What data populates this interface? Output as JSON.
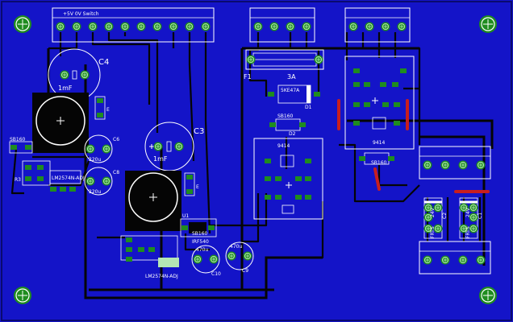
{
  "colors": {
    "board": "#1414c8",
    "trace": "#050505",
    "pad": "#1f8c1f",
    "pad_light": "#b4e6b4",
    "silk": "#ffffff",
    "wire_red": "#c81e1e",
    "void": "#000000"
  },
  "labels": {
    "header_top": "+5V  0V  Switch",
    "c4": "C4",
    "c4_val": "1mF",
    "c3": "C3",
    "c3_val": "1mF",
    "c6": "C6",
    "c6_val": "220u",
    "c8": "C8",
    "c8_val": "220u",
    "e": "E",
    "f1": "F1",
    "f1_val": "3A",
    "d1": "D1",
    "d1_val": "5KE47A",
    "d2": "D2",
    "d2_val": "SB160",
    "sb160_left": "SB160",
    "sb160_center": "SB160",
    "sb160_right": "SB160",
    "r3": "R3",
    "ic_left": "LM2574N-ADJ",
    "ic_bottom": "LM2574N-ADJ",
    "u1": "U1",
    "u1_val": "IRF540",
    "mid_ic": "9414",
    "right_ic": "9414",
    "c1": "C1",
    "c2": "C2",
    "c9": "C9",
    "c9_val": "470u",
    "c10": "C10",
    "c10_val": "470u",
    "frts": "FRTS",
    "frts_val": "24V"
  }
}
